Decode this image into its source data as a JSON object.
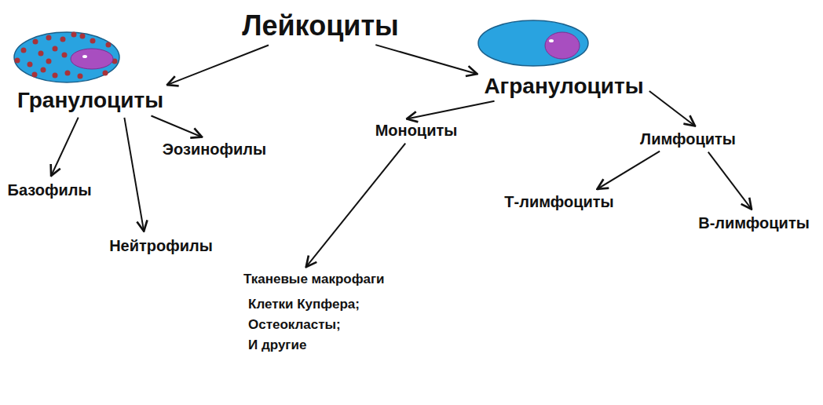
{
  "diagram": {
    "nodes": [
      {
        "text": [
          "Лейкоциты"
        ]
      },
      {
        "text": [
          "Гранулоциты"
        ]
      },
      {
        "text": [
          "Агранулоциты"
        ]
      },
      {
        "text": [
          "Эозинофилы"
        ]
      },
      {
        "text": [
          "Базофилы"
        ]
      },
      {
        "text": [
          "Нейтрофилы"
        ]
      },
      {
        "text": [
          "Моноциты"
        ]
      },
      {
        "text": [
          "Лимфоциты"
        ]
      },
      {
        "text": [
          "Т-лимфоциты"
        ]
      },
      {
        "text": [
          "В-лимфоциты"
        ]
      },
      {
        "text": [
          "Тканевые макрофаги",
          "Клетки Купфера;",
          "Остеокласты;",
          "И другие"
        ]
      }
    ],
    "edges": [
      {
        "from": 0,
        "to": 1,
        "arrow": "to"
      },
      {
        "from": 0,
        "to": 2,
        "arrow": "to"
      },
      {
        "from": 1,
        "to": 4,
        "arrow": "to"
      },
      {
        "from": 1,
        "to": 5,
        "arrow": "to"
      },
      {
        "from": 1,
        "to": 3,
        "arrow": "to"
      },
      {
        "from": 2,
        "to": 6,
        "arrow": "to"
      },
      {
        "from": 2,
        "to": 7,
        "arrow": "to"
      },
      {
        "from": 6,
        "to": 10,
        "arrow": "to"
      },
      {
        "from": 7,
        "to": 8,
        "arrow": "to"
      },
      {
        "from": 7,
        "to": 9,
        "arrow": "to"
      }
    ]
  }
}
